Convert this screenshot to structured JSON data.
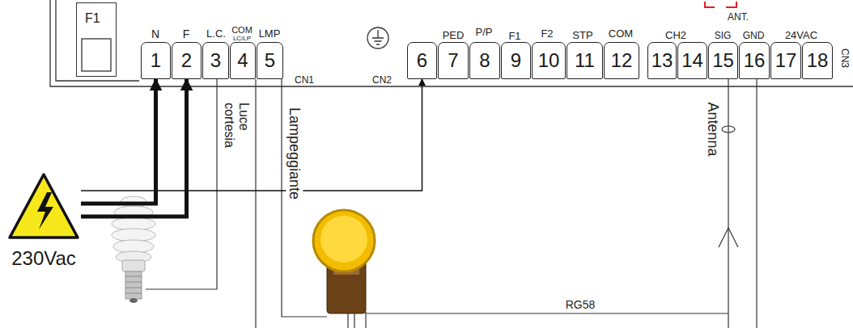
{
  "diagram": {
    "nodes": [
      {
        "text": [
          "F1"
        ]
      },
      {
        "text": [
          "1"
        ]
      },
      {
        "text": [
          "2"
        ]
      },
      {
        "text": [
          "3"
        ]
      },
      {
        "text": [
          "4"
        ]
      },
      {
        "text": [
          "5"
        ]
      },
      {
        "text": [
          "6"
        ]
      },
      {
        "text": [
          "7"
        ]
      },
      {
        "text": [
          "8"
        ]
      },
      {
        "text": [
          "9"
        ]
      },
      {
        "text": [
          "10"
        ]
      },
      {
        "text": [
          "11"
        ]
      },
      {
        "text": [
          "12"
        ]
      },
      {
        "text": [
          "13"
        ]
      },
      {
        "text": [
          "14"
        ]
      },
      {
        "text": [
          "15"
        ]
      },
      {
        "text": [
          "16"
        ]
      },
      {
        "text": [
          "17"
        ]
      },
      {
        "text": [
          "18"
        ]
      },
      {
        "text": [
          "230Vac"
        ]
      }
    ],
    "edges": [
      {
        "from": 19,
        "to": 1,
        "arrow": "to"
      },
      {
        "from": 19,
        "to": 2,
        "arrow": "to"
      },
      {
        "from": 19,
        "to": 6,
        "arrow": "to"
      }
    ],
    "labels": [
      "N",
      "F",
      "L.C.",
      "COM",
      "LC/LP",
      "LMP",
      "CN1",
      "CN2",
      "PED",
      "P/P",
      "F1",
      "F2",
      "STP",
      "COM",
      "CH2",
      "ANT.",
      "SIG",
      "GND",
      "24VAC",
      "CN3",
      "Luce cortesia",
      "Lampeggiante",
      "Antenna",
      "RG58"
    ]
  }
}
